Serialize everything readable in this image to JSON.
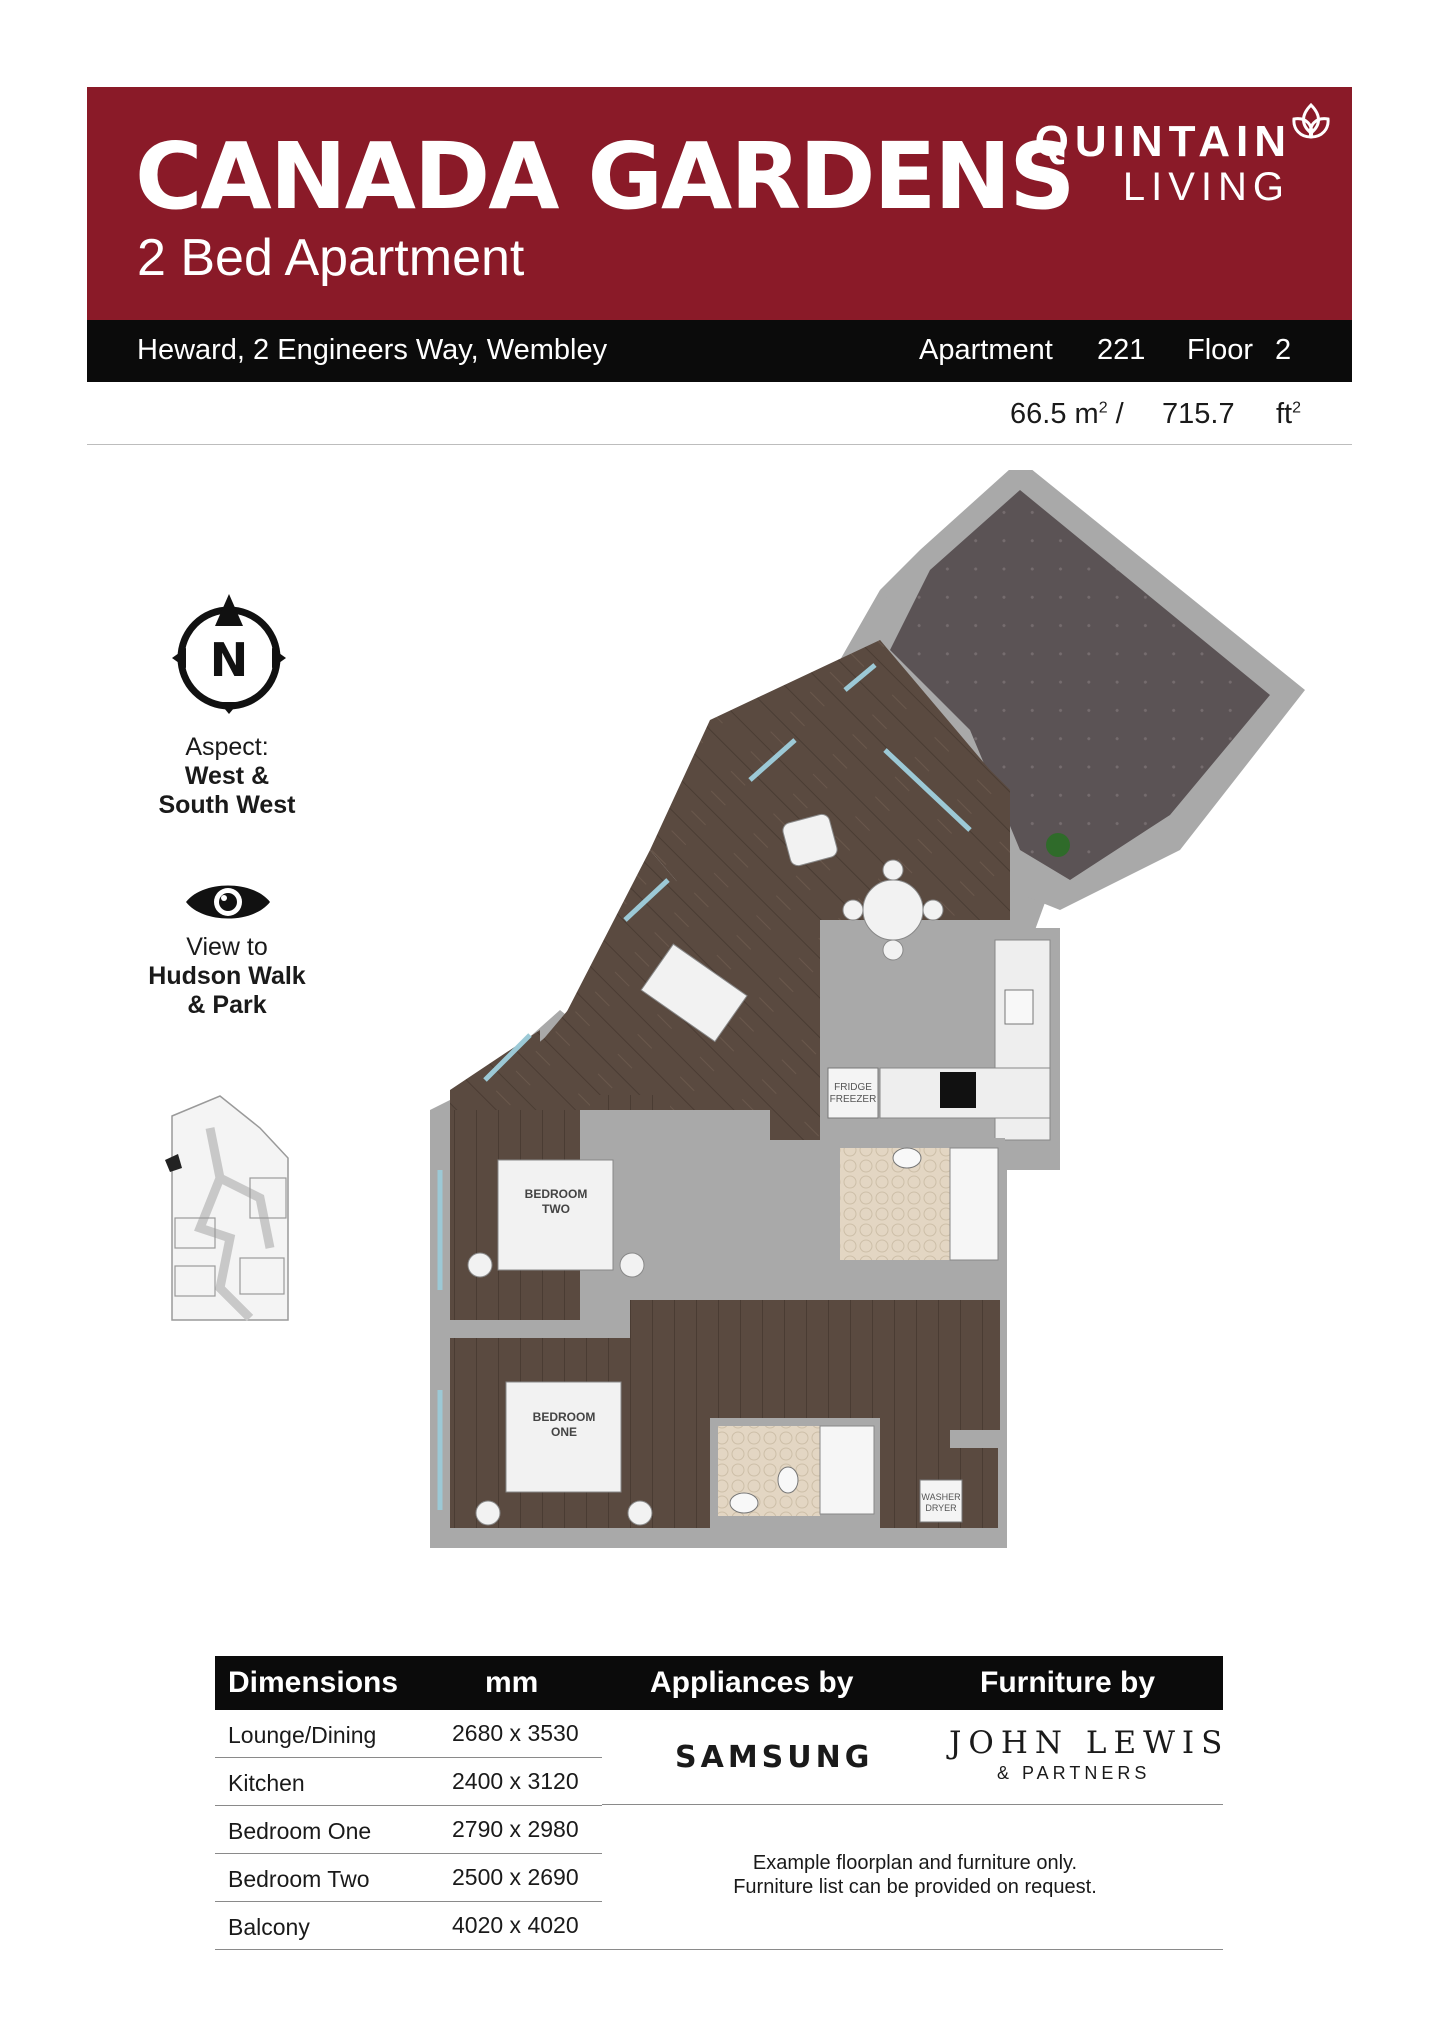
{
  "header": {
    "title": "CANADA GARDENS",
    "subtitle": "2 Bed Apartment",
    "logo_top": "QUINTAIN",
    "logo_bottom": "LIVING"
  },
  "address_bar": {
    "address": "Heward, 2 Engineers Way, Wembley",
    "apartment_label": "Apartment",
    "apartment_number": "221",
    "floor_label": "Floor",
    "floor_number": "2"
  },
  "area": {
    "sqm": "66.5",
    "sqm_unit": "m",
    "separator": "/",
    "sqft": "715.7",
    "sqft_unit": "ft",
    "sup": "2"
  },
  "sidebar": {
    "compass_letter": "N",
    "aspect_label": "Aspect:",
    "aspect_line1": "West &",
    "aspect_line2": "South West",
    "view_label": "View to",
    "view_line1": "Hudson Walk",
    "view_line2": "& Park"
  },
  "plan_labels": {
    "bedroom_two_1": "BEDROOM",
    "bedroom_two_2": "TWO",
    "bedroom_one_1": "BEDROOM",
    "bedroom_one_2": "ONE",
    "fridge_1": "FRIDGE",
    "fridge_2": "FREEZER",
    "washer_1": "WASHER",
    "washer_2": "DRYER"
  },
  "dimensions": {
    "headers": {
      "dimensions": "Dimensions",
      "mm": "mm",
      "appliances": "Appliances by",
      "furniture": "Furniture by"
    },
    "rows": [
      {
        "room": "Lounge/Dining",
        "size": "2680 x 3530"
      },
      {
        "room": "Kitchen",
        "size": "2400 x 3120"
      },
      {
        "room": "Bedroom One",
        "size": "2790 x 2980"
      },
      {
        "room": "Bedroom Two",
        "size": "2500 x 2690"
      },
      {
        "room": "Balcony",
        "size": "4020 x 4020"
      }
    ],
    "appliances_brand": "SAMSUNG",
    "furniture_brand_top": "JOHN LEWIS",
    "furniture_brand_bottom": "& PARTNERS",
    "note_line1": "Example floorplan and furniture only.",
    "note_line2": "Furniture list can be provided on request."
  },
  "colors": {
    "brand_red": "#8a1a28",
    "bar_black": "#0b0b0b",
    "floor_wood": "#5a4a40",
    "balcony": "#5b5355",
    "wall_grey": "#a9a9a9",
    "tile": "#e3d6c3",
    "window_blue": "#9cc9d6"
  }
}
